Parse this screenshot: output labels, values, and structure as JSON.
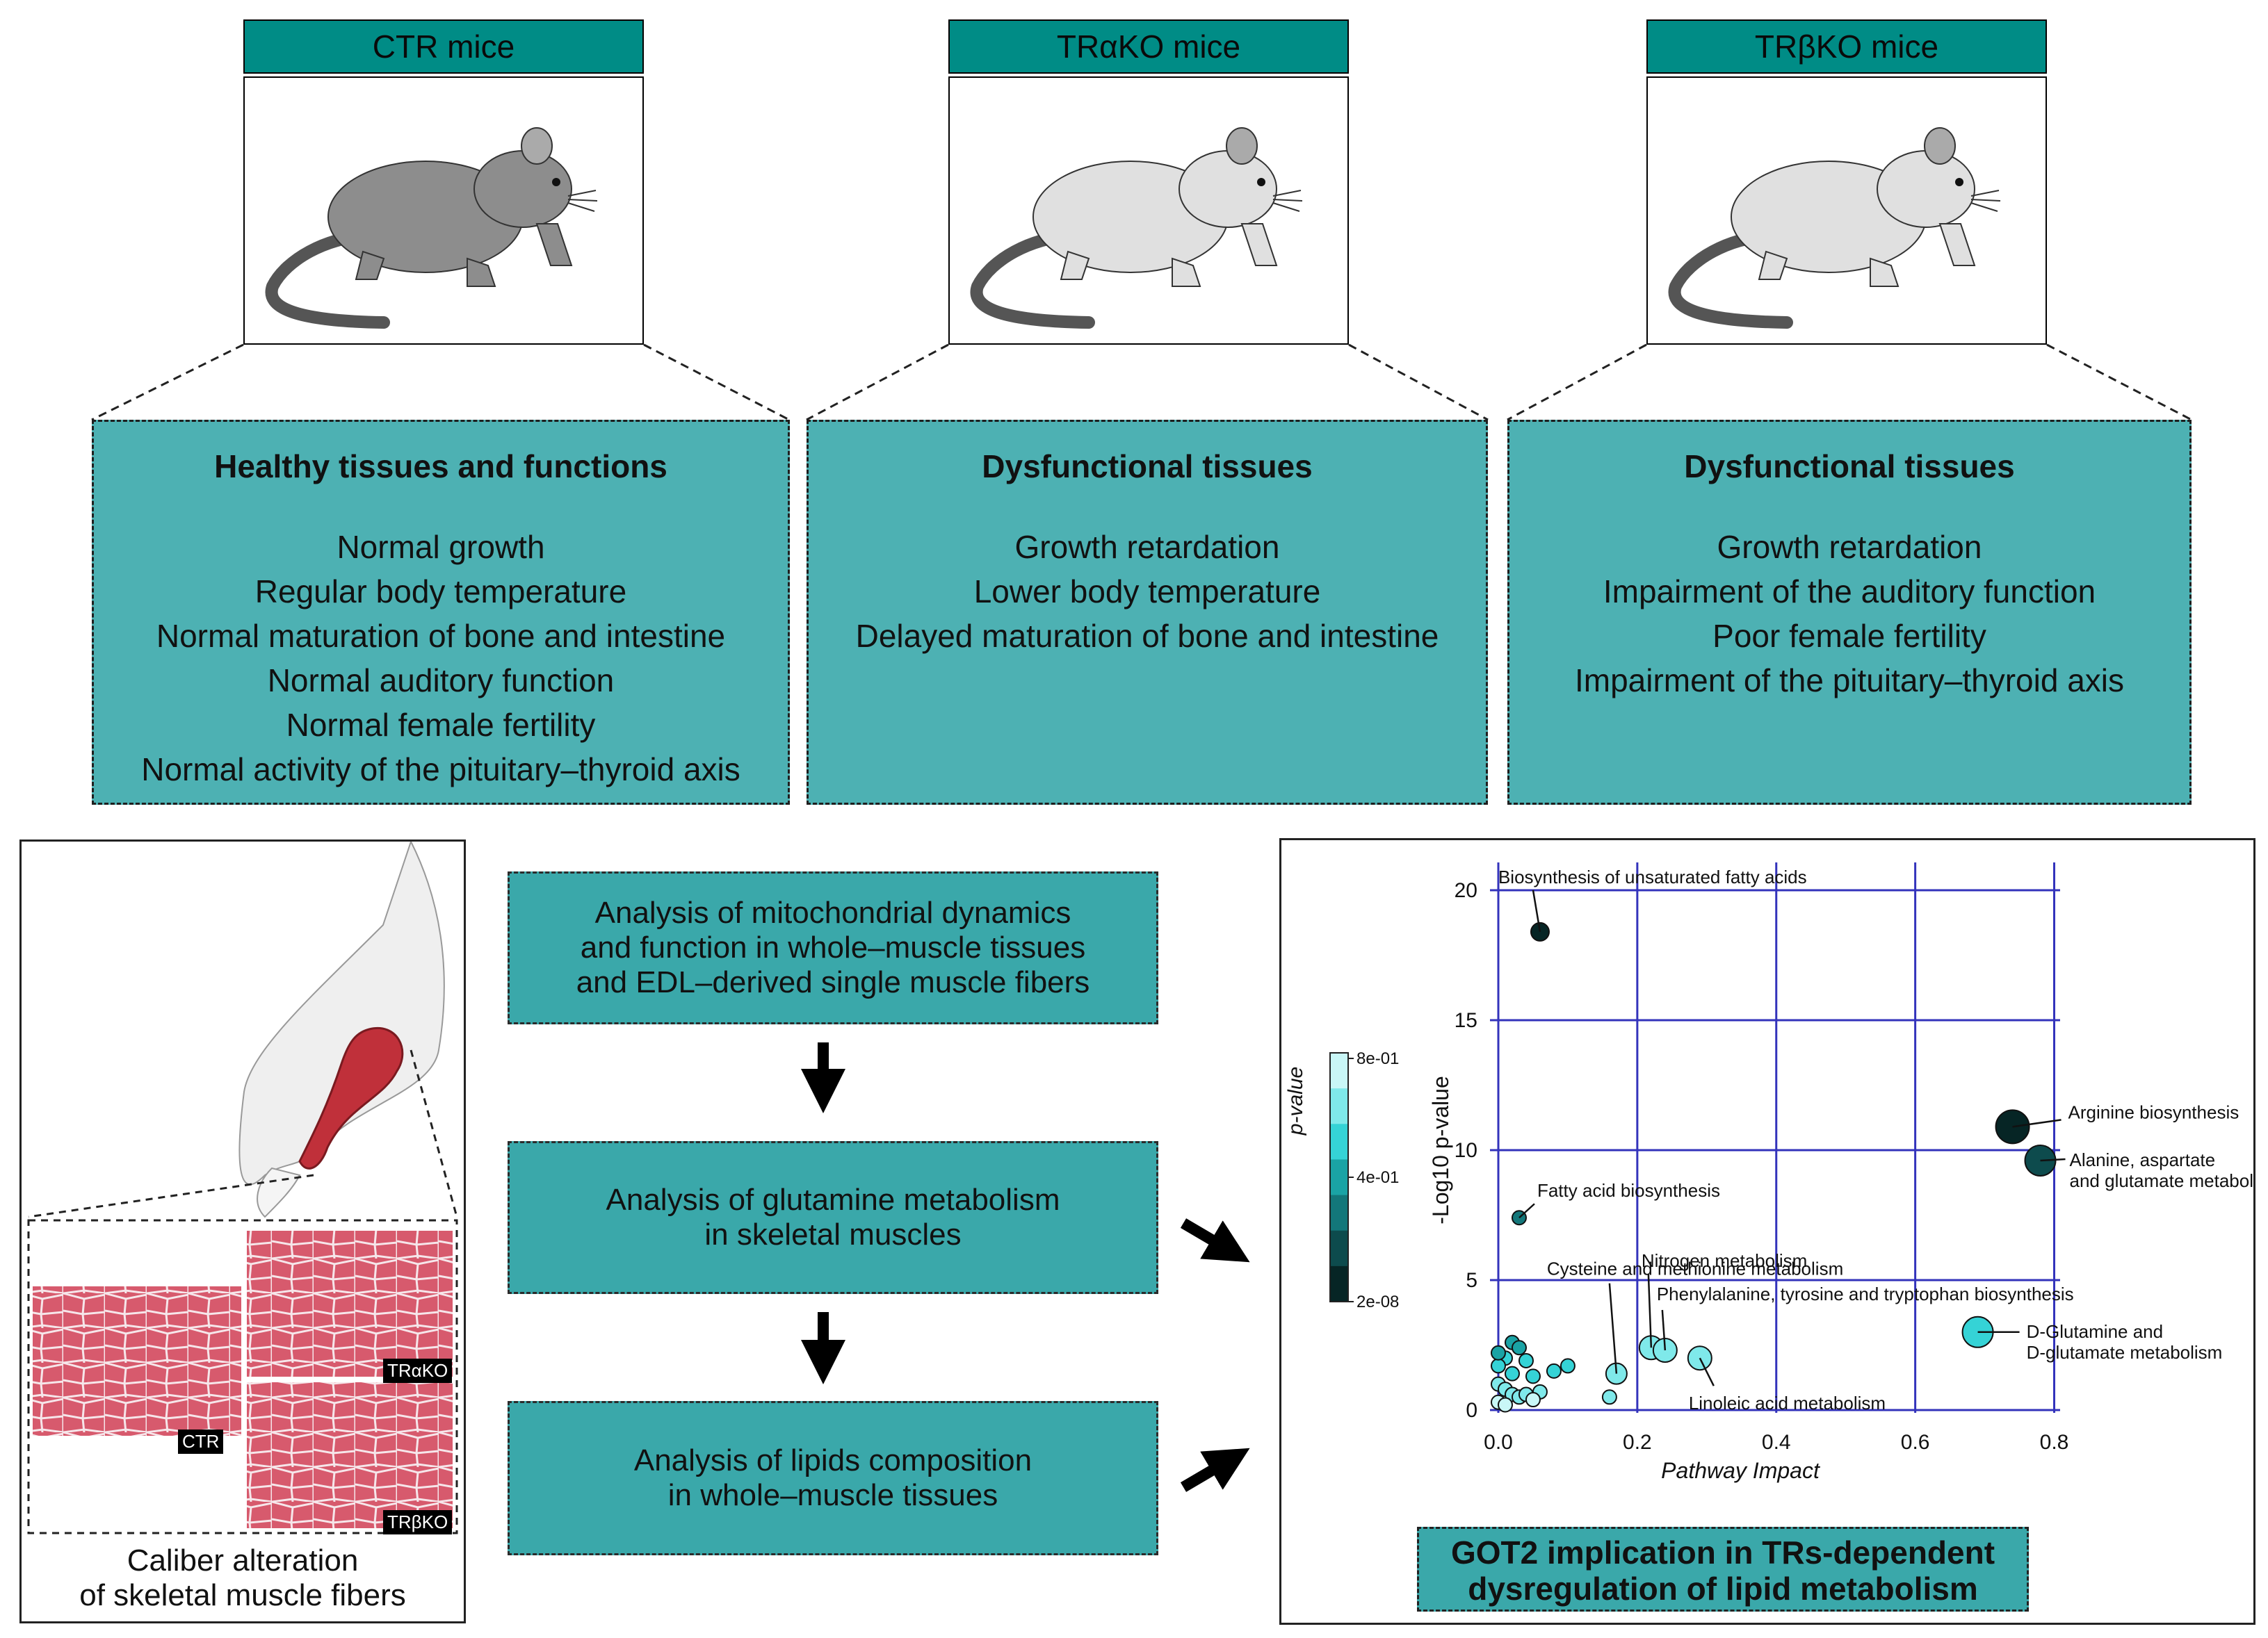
{
  "mice": [
    {
      "label": "CTR mice",
      "color": "#8d8d8d"
    },
    {
      "label": "TRαKO mice",
      "color": "#e0e0e0"
    },
    {
      "label": "TRβKO mice",
      "color": "#e0e0e0"
    }
  ],
  "boxes": [
    {
      "title": "Healthy tissues and functions",
      "items": [
        "Normal growth",
        "Regular body temperature",
        "Normal maturation of bone and intestine",
        "Normal auditory function",
        "Normal female fertility",
        "Normal activity of the pituitary–thyroid axis"
      ]
    },
    {
      "title": "Dysfunctional tissues",
      "items": [
        "Growth retardation",
        "Lower body temperature",
        "Delayed maturation of bone and intestine"
      ]
    },
    {
      "title": "Dysfunctional tissues",
      "items": [
        "Growth retardation",
        "Impairment of the auditory function",
        "Poor female fertility",
        "Impairment of the pituitary–thyroid axis"
      ]
    }
  ],
  "muscle_panel": {
    "caption_line1": "Caliber alteration",
    "caption_line2": "of skeletal muscle fibers",
    "labels": {
      "ctr": "CTR",
      "tra": "TRαKO",
      "trb": "TRβKO"
    }
  },
  "flow": [
    {
      "lines": [
        "Analysis of mitochondrial dynamics",
        "and function in whole–muscle tissues",
        "and EDL–derived single muscle fibers"
      ]
    },
    {
      "lines": [
        "Analysis of glutamine metabolism",
        "in skeletal muscles"
      ]
    },
    {
      "lines": [
        "Analysis of lipids composition",
        "in whole–muscle tissues"
      ]
    }
  ],
  "chart_data": {
    "type": "scatter",
    "xlabel": "Pathway Impact",
    "ylabel": "-Log10 p-value",
    "xlim": [
      0,
      0.8
    ],
    "ylim": [
      0,
      20
    ],
    "xticks": [
      "0.0",
      "0.2",
      "0.4",
      "0.6",
      "0.8"
    ],
    "yticks": [
      "0",
      "5",
      "10",
      "15",
      "20"
    ],
    "grid": true,
    "colorbar": {
      "title": "p-value",
      "labels": [
        "8e-01",
        "4e-01",
        "2e-08"
      ]
    },
    "labeled_points": [
      {
        "name": "Biosynthesis of unsaturated fatty acids",
        "x": 0.06,
        "y": 18.4
      },
      {
        "name": "Arginine biosynthesis",
        "x": 0.74,
        "y": 10.9
      },
      {
        "name": "Alanine, aspartate and glutamate metabolism",
        "x": 0.78,
        "y": 9.6
      },
      {
        "name": "Fatty acid biosynthesis",
        "x": 0.03,
        "y": 7.4
      },
      {
        "name": "Cysteine and methionine metabolism",
        "x": 0.17,
        "y": 1.4
      },
      {
        "name": "Nitrogen metabolism",
        "x": 0.22,
        "y": 2.4
      },
      {
        "name": "Phenylalanine, tyrosine and tryptophan biosynthesis",
        "x": 0.24,
        "y": 2.3
      },
      {
        "name": "D-Glutamine and D-glutamate metabolism",
        "x": 0.69,
        "y": 3.0
      },
      {
        "name": "Linoleic acid metabolism",
        "x": 0.29,
        "y": 2.0
      }
    ],
    "other_points": [
      {
        "x": 0.02,
        "y": 2.6
      },
      {
        "x": 0.03,
        "y": 2.4
      },
      {
        "x": 0.01,
        "y": 2.0
      },
      {
        "x": 0.04,
        "y": 1.9
      },
      {
        "x": 0.0,
        "y": 1.7
      },
      {
        "x": 0.02,
        "y": 1.4
      },
      {
        "x": 0.05,
        "y": 1.3
      },
      {
        "x": 0.1,
        "y": 1.7
      },
      {
        "x": 0.08,
        "y": 1.5
      },
      {
        "x": 0.0,
        "y": 1.0
      },
      {
        "x": 0.01,
        "y": 0.8
      },
      {
        "x": 0.02,
        "y": 0.6
      },
      {
        "x": 0.03,
        "y": 0.5
      },
      {
        "x": 0.04,
        "y": 0.6
      },
      {
        "x": 0.06,
        "y": 0.7
      },
      {
        "x": 0.0,
        "y": 0.3
      },
      {
        "x": 0.01,
        "y": 0.2
      },
      {
        "x": 0.16,
        "y": 0.5
      },
      {
        "x": 0.05,
        "y": 0.4
      },
      {
        "x": 0.0,
        "y": 2.2
      }
    ]
  },
  "conclusion": {
    "line1": "GOT2 implication in TRs-dependent",
    "line2": "dysregulation of lipid metabolism"
  },
  "colors": {
    "teal_dark": "#008c86",
    "teal_box": "#4db1b3",
    "flow_box": "#3aa8aa",
    "grid": "#3333bb",
    "muscle": "#c0303a"
  }
}
